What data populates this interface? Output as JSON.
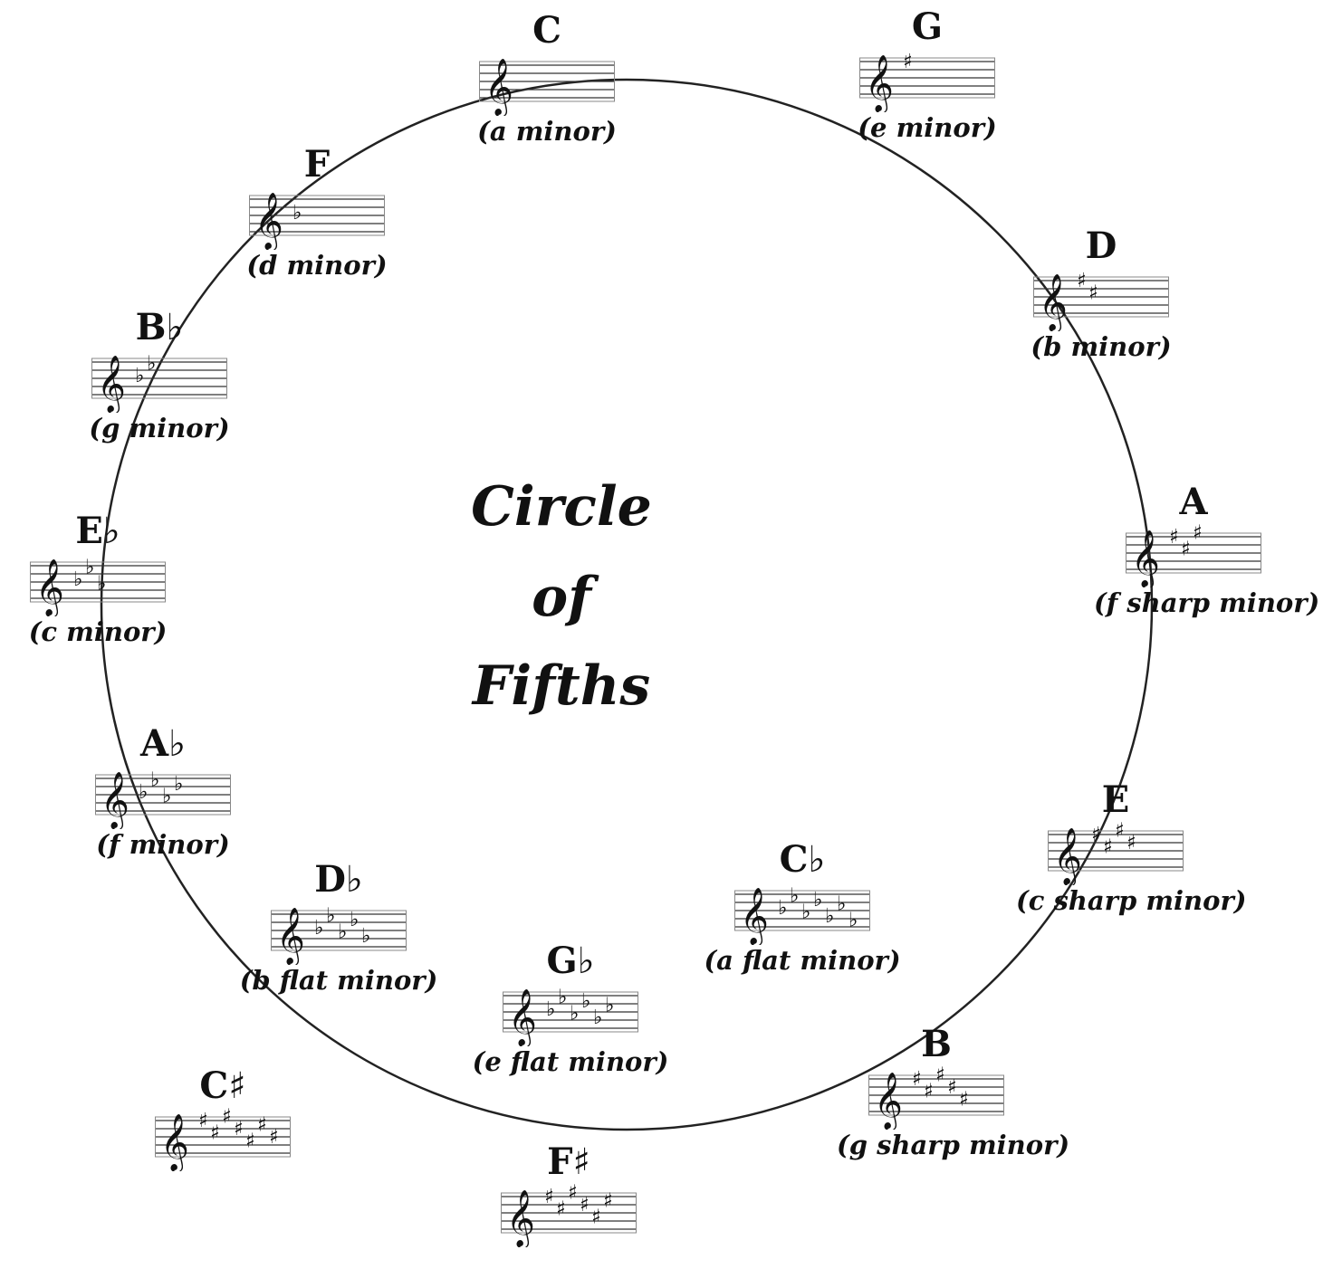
{
  "title": {
    "line1": "Circle",
    "line2": "of",
    "line3": "Fifths"
  },
  "accidental_glyphs": {
    "sharp": "♯",
    "flat": "♭"
  },
  "keys": [
    {
      "id": "c",
      "major": "C",
      "minor": "(a minor)",
      "sharps": 0,
      "flats": 0
    },
    {
      "id": "g",
      "major": "G",
      "minor": "(e minor)",
      "sharps": 1,
      "flats": 0
    },
    {
      "id": "d",
      "major": "D",
      "minor": "(b minor)",
      "sharps": 2,
      "flats": 0
    },
    {
      "id": "a",
      "major": "A",
      "minor": "(f  sharp minor)",
      "sharps": 3,
      "flats": 0
    },
    {
      "id": "e",
      "major": "E",
      "minor": "(c sharp minor)",
      "sharps": 4,
      "flats": 0
    },
    {
      "id": "b",
      "major": "B",
      "minor": "(g sharp minor)",
      "sharps": 5,
      "flats": 0
    },
    {
      "id": "f-sharp",
      "major": "F♯",
      "minor": "",
      "sharps": 6,
      "flats": 0
    },
    {
      "id": "c-sharp",
      "major": "C♯",
      "minor": "",
      "sharps": 7,
      "flats": 0
    },
    {
      "id": "f",
      "major": "F",
      "minor": "(d minor)",
      "sharps": 0,
      "flats": 1
    },
    {
      "id": "b-flat",
      "major": "B♭",
      "minor": "(g minor)",
      "sharps": 0,
      "flats": 2
    },
    {
      "id": "e-flat",
      "major": "E♭",
      "minor": "(c minor)",
      "sharps": 0,
      "flats": 3
    },
    {
      "id": "a-flat",
      "major": "A♭",
      "minor": "(f minor)",
      "sharps": 0,
      "flats": 4
    },
    {
      "id": "d-flat",
      "major": "D♭",
      "minor": "(b flat minor)",
      "sharps": 0,
      "flats": 5
    },
    {
      "id": "g-flat",
      "major": "G♭",
      "minor": "(e flat minor)",
      "sharps": 0,
      "flats": 6
    },
    {
      "id": "c-flat",
      "major": "C♭",
      "minor": "(a flat minor)",
      "sharps": 0,
      "flats": 7
    }
  ]
}
